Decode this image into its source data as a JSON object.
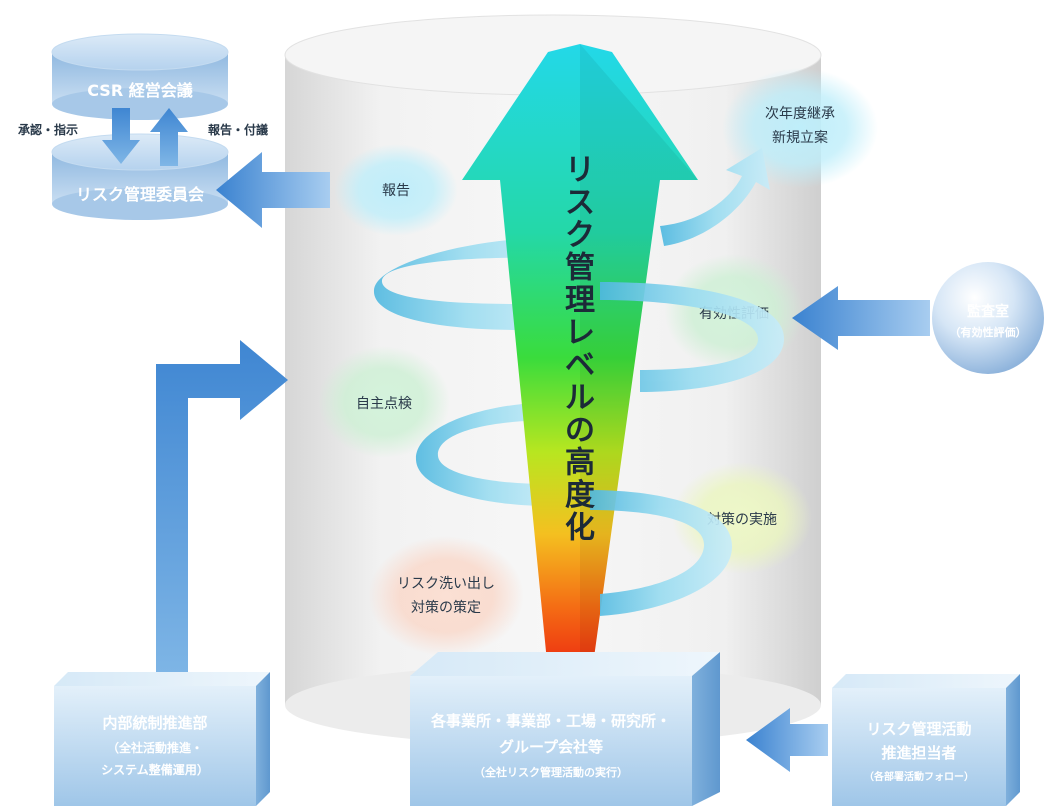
{
  "top_db": {
    "upper": "CSR 経営会議",
    "lower": "リスク管理委員会",
    "down_label": "承認・指示",
    "up_label": "報告・付議"
  },
  "central_arrow": "リスク管理レベルの高度化",
  "bubbles": {
    "report": "報告",
    "next_year": [
      "次年度継承",
      "新規立案"
    ],
    "effectiveness": "有効性評価",
    "self_check": "自主点検",
    "measures": "対策の実施",
    "risk_identify": [
      "リスク洗い出し",
      "対策の策定"
    ]
  },
  "audit": [
    "監査室",
    "（有効性評価）"
  ],
  "boxes": {
    "internal": [
      "内部統制推進部",
      "（全社活動推進・",
      "システム整備運用）"
    ],
    "sites": [
      "各事業所・事業部・工場・研究所・",
      "グループ会社等",
      "（全社リスク管理活動の実行）"
    ],
    "promoter": [
      "リスク管理活動",
      "推進担当者",
      "（各部署活動フォロー）"
    ]
  },
  "colors": {
    "cylinder": "#e9e9e9",
    "blue_arrow": "#4a90d4",
    "box": "#b9d6ef",
    "text": "#2a3a4a",
    "white_text": "#ffffff"
  }
}
